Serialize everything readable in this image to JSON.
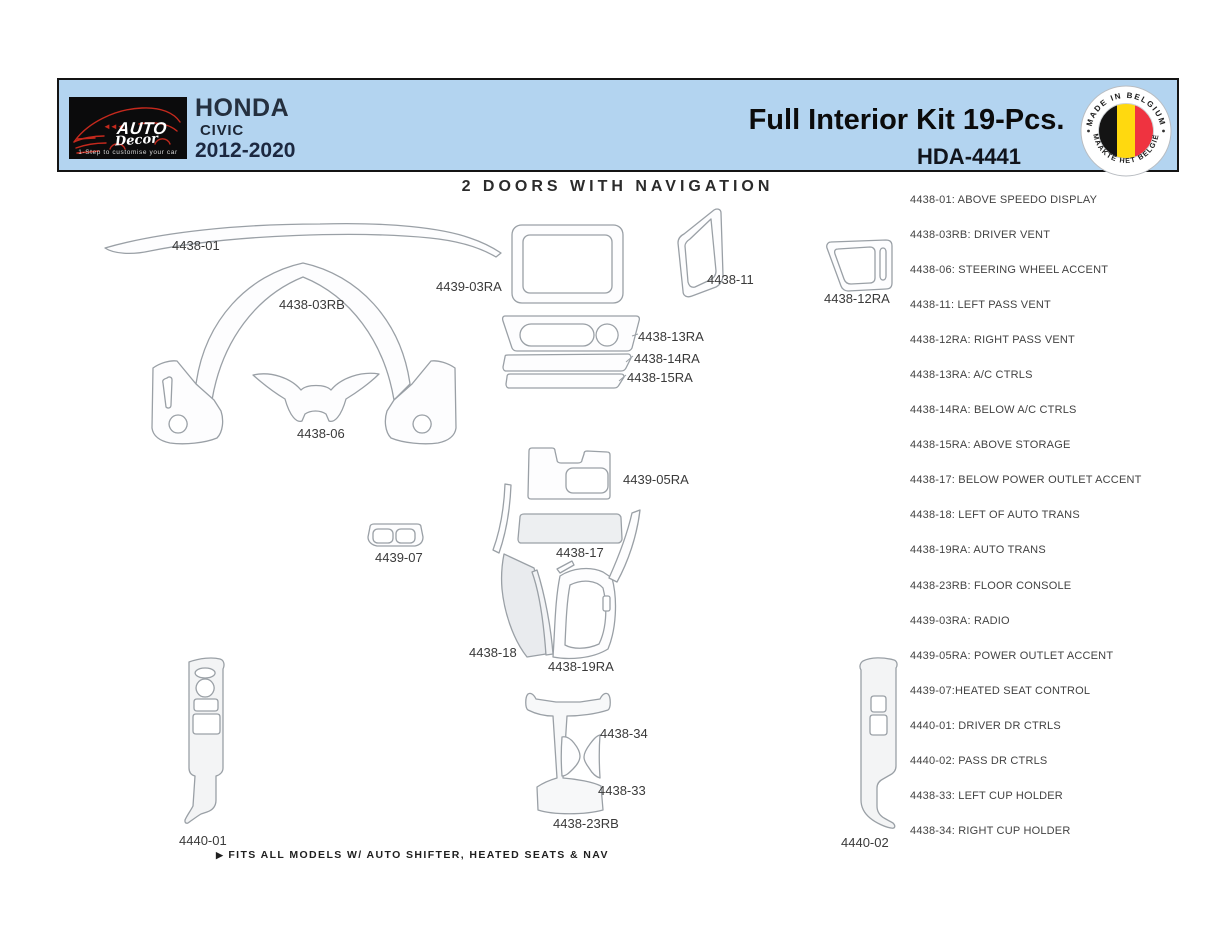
{
  "header": {
    "logo": {
      "brand_top": "AUTO",
      "brand_script": "Decor",
      "chevrons": "◄◄◄",
      "tagline": "1-Step to customise your car"
    },
    "vehicle": {
      "make": "HONDA",
      "model": "CIVIC",
      "years": "2012-2020"
    },
    "kit_title": "Full Interior Kit 19-Pcs.",
    "kit_code": "HDA-4441",
    "badge": {
      "arc_top": "MADE IN BELGIUM",
      "arc_bottom": "MAAKTE HET BELGIË"
    }
  },
  "diagram": {
    "title": "2 DOORS WITH NAVIGATION",
    "footnote_marker": "▶",
    "footnote": "FITS ALL MODELS W/ AUTO SHIFTER, HEATED SEATS & NAV",
    "part_labels": [
      "4438-01",
      "4438-03RB",
      "4439-03RA",
      "4438-11",
      "4438-12RA",
      "4438-13RA",
      "4438-14RA",
      "4438-15RA",
      "4438-06",
      "4439-05RA",
      "4439-07",
      "4438-17",
      "4438-18",
      "4438-19RA",
      "4438-34",
      "4438-33",
      "4438-23RB",
      "4440-01",
      "4440-02"
    ]
  },
  "legend": {
    "items": [
      "4438-01: ABOVE SPEEDO DISPLAY",
      "4438-03RB: DRIVER VENT",
      "4438-06: STEERING WHEEL ACCENT",
      "4438-11: LEFT PASS VENT",
      "4438-12RA: RIGHT PASS VENT",
      "4438-13RA: A/C CTRLS",
      "4438-14RA: BELOW A/C CTRLS",
      "4438-15RA: ABOVE STORAGE",
      "4438-17: BELOW POWER OUTLET ACCENT",
      "4438-18: LEFT OF AUTO TRANS",
      "4438-19RA: AUTO TRANS",
      "4438-23RB: FLOOR CONSOLE",
      "4439-03RA: RADIO",
      "4439-05RA: POWER OUTLET ACCENT",
      "4439-07:HEATED SEAT CONTROL",
      "4440-01: DRIVER DR CTRLS",
      "4440-02: PASS DR CTRLS",
      "4438-33: LEFT CUP HOLDER",
      "4438-34: RIGHT CUP HOLDER"
    ]
  },
  "colors": {
    "header_bg": "#b3d4f0",
    "logo_red": "#c5291d",
    "flag_black": "#141414",
    "flag_yellow": "#FFD90F",
    "flag_red": "#EF3340",
    "outline_gray": "#9aa0a6"
  }
}
